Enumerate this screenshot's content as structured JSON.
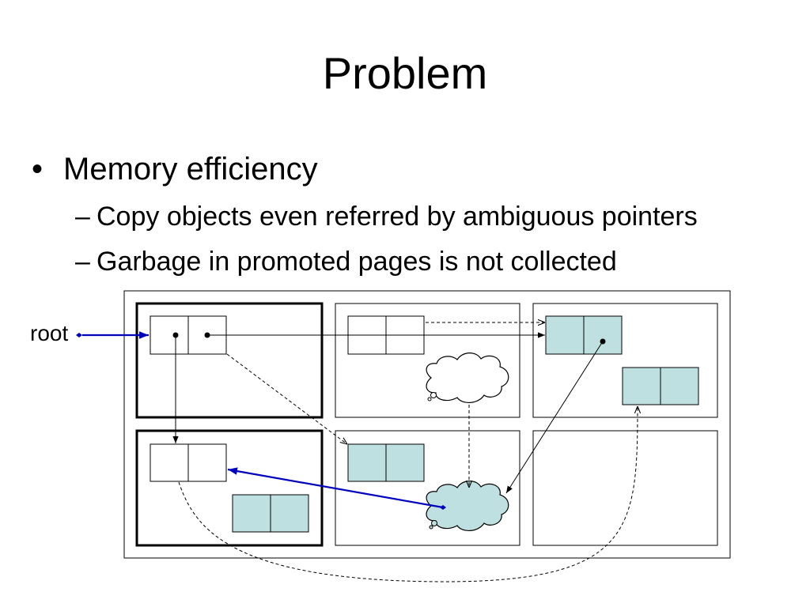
{
  "slide": {
    "title": "Problem"
  },
  "bullets": {
    "level1_marker": "•",
    "level2_marker": "–",
    "main": "Memory efficiency",
    "sub": [
      "Copy objects even referred by ambiguous pointers",
      "Garbage in promoted pages is not collected"
    ]
  },
  "diagram": {
    "root_label": "root",
    "colors": {
      "object_fill": "#bfe0e0",
      "empty_fill": "#ffffff",
      "stroke": "#000000",
      "root_pointer": "#0000bf",
      "ambiguous_pointer": "#0000bf"
    }
  }
}
